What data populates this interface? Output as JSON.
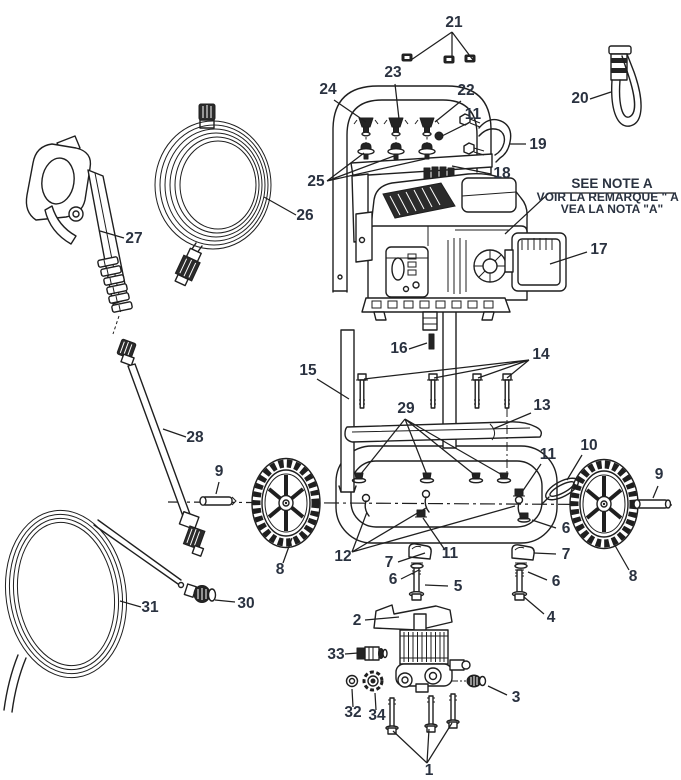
{
  "figure": {
    "kind": "Exploded parts diagram - gas pressure washer",
    "background_color": "#ffffff",
    "line_color": "#1f1f1f",
    "label_color": "#2a3240"
  },
  "note_a": {
    "line1": "SEE NOTE A",
    "line2": "VOIR LA REMARQUE \" A \"",
    "line3": "VEA LA NOTA \"A\""
  },
  "callouts": [
    {
      "label": "21"
    },
    {
      "label": "24"
    },
    {
      "label": "23"
    },
    {
      "label": "22"
    },
    {
      "label": "11"
    },
    {
      "label": "19"
    },
    {
      "label": "20"
    },
    {
      "label": "18"
    },
    {
      "label": "25"
    },
    {
      "label": "17"
    },
    {
      "label": "16"
    },
    {
      "label": "14"
    },
    {
      "label": "15"
    },
    {
      "label": "13"
    },
    {
      "label": "29"
    },
    {
      "label": "10"
    },
    {
      "label": "9"
    },
    {
      "label": "9"
    },
    {
      "label": "11"
    },
    {
      "label": "12"
    },
    {
      "label": "7"
    },
    {
      "label": "6"
    },
    {
      "label": "5"
    },
    {
      "label": "11"
    },
    {
      "label": "6"
    },
    {
      "label": "7"
    },
    {
      "label": "6"
    },
    {
      "label": "4"
    },
    {
      "label": "8"
    },
    {
      "label": "8"
    },
    {
      "label": "2"
    },
    {
      "label": "33"
    },
    {
      "label": "3"
    },
    {
      "label": "32"
    },
    {
      "label": "34"
    },
    {
      "label": "1"
    },
    {
      "label": "26"
    },
    {
      "label": "27"
    },
    {
      "label": "28"
    },
    {
      "label": "30"
    },
    {
      "label": "31"
    }
  ]
}
